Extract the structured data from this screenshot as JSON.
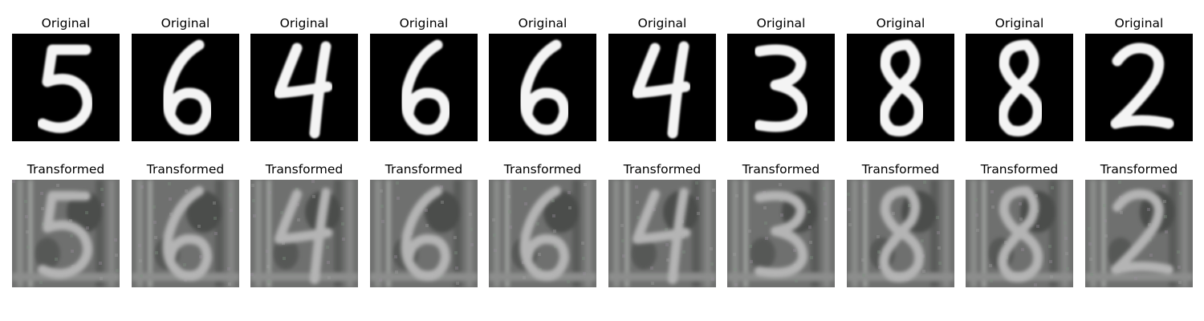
{
  "rows": [
    {
      "title": "Original",
      "panels": [
        {
          "digit": "5",
          "style": "original"
        },
        {
          "digit": "6",
          "style": "original"
        },
        {
          "digit": "4",
          "style": "original"
        },
        {
          "digit": "6",
          "style": "original"
        },
        {
          "digit": "6",
          "style": "original"
        },
        {
          "digit": "4",
          "style": "original"
        },
        {
          "digit": "3",
          "style": "original"
        },
        {
          "digit": "8",
          "style": "original"
        },
        {
          "digit": "8",
          "style": "original"
        },
        {
          "digit": "2",
          "style": "original"
        }
      ]
    },
    {
      "title": "Transformed",
      "panels": [
        {
          "digit": "5",
          "style": "transformed"
        },
        {
          "digit": "6",
          "style": "transformed"
        },
        {
          "digit": "4",
          "style": "transformed"
        },
        {
          "digit": "6",
          "style": "transformed"
        },
        {
          "digit": "6",
          "style": "transformed"
        },
        {
          "digit": "4",
          "style": "transformed"
        },
        {
          "digit": "3",
          "style": "transformed"
        },
        {
          "digit": "8",
          "style": "transformed"
        },
        {
          "digit": "8",
          "style": "transformed"
        },
        {
          "digit": "2",
          "style": "transformed"
        }
      ]
    }
  ],
  "colors": {
    "original_background": "#000000",
    "original_stroke": "#f4f4f4",
    "transformed_background": "#6f706f",
    "transformed_stroke": "#b4b4b4"
  }
}
